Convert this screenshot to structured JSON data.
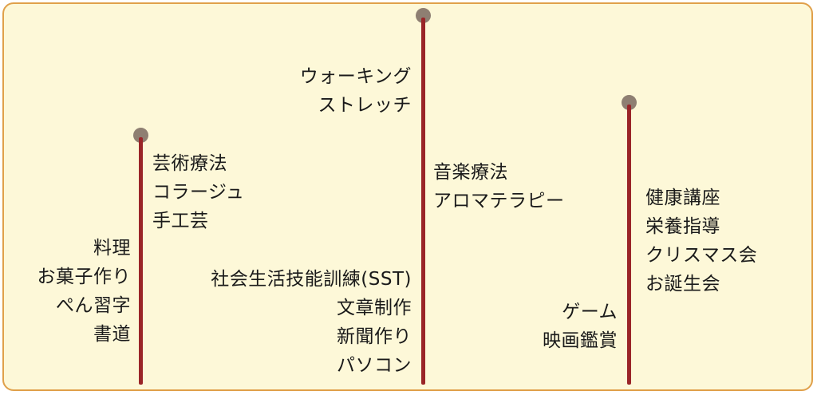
{
  "columns": [
    {
      "upper": [
        "芸術療法",
        "コラージュ",
        "手工芸"
      ],
      "lower": [
        "料理",
        "お菓子作り",
        "ぺん習字",
        "書道"
      ]
    },
    {
      "upper": [
        "ウォーキング",
        "ストレッチ"
      ],
      "middle": [
        "音楽療法",
        "アロマテラピー"
      ],
      "lower": [
        "社会生活技能訓練(SST)",
        "文章制作",
        "新聞作り",
        "パソコン"
      ]
    },
    {
      "upper": [
        "健康講座",
        "栄養指導",
        "クリスマス会",
        "お誕生会"
      ],
      "lower": [
        "ゲーム",
        "映画鑑賞"
      ]
    }
  ],
  "colors": {
    "pole": "#9a2528",
    "knob": "#8e7f72",
    "border": "#e0a04a",
    "panel": "#fdf8d8"
  }
}
